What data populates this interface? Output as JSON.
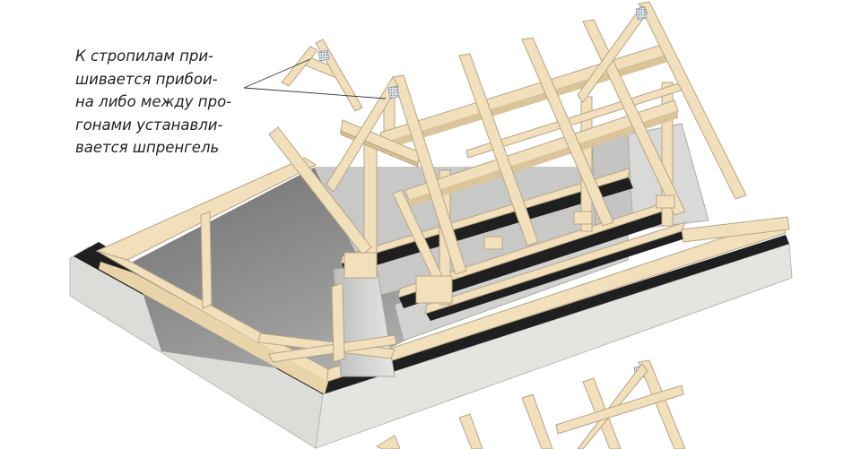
{
  "annotation": {
    "lines": [
      "К стропилам при-",
      "шивается прибои-",
      "на либо между про-",
      "гонами устанавли-",
      "вается шпренгель"
    ]
  },
  "colors": {
    "timber": "#f2dfbb",
    "timber_edge": "#b6a487",
    "slab_side": "#dcdcd8",
    "waterproofing": "#1f1f1f",
    "wall_shadow": "#7f7f7f"
  },
  "icons": [
    "truss-plate-icon"
  ]
}
